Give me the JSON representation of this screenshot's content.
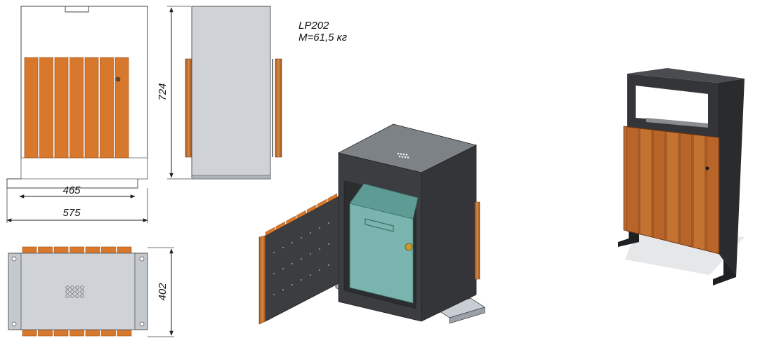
{
  "model": "LP202",
  "mass": "M=61,5 кг",
  "dimensions": {
    "inner_width": "465",
    "outer_width": "575",
    "height": "724",
    "depth": "402"
  },
  "colors": {
    "wood": "#d8782c",
    "wood_dark": "#9e4f18",
    "steel_light": "#cfd3d8",
    "steel_panel": "#b9c0c8",
    "frame_dark": "#3b3d40",
    "liner_teal": "#79b5ae"
  }
}
